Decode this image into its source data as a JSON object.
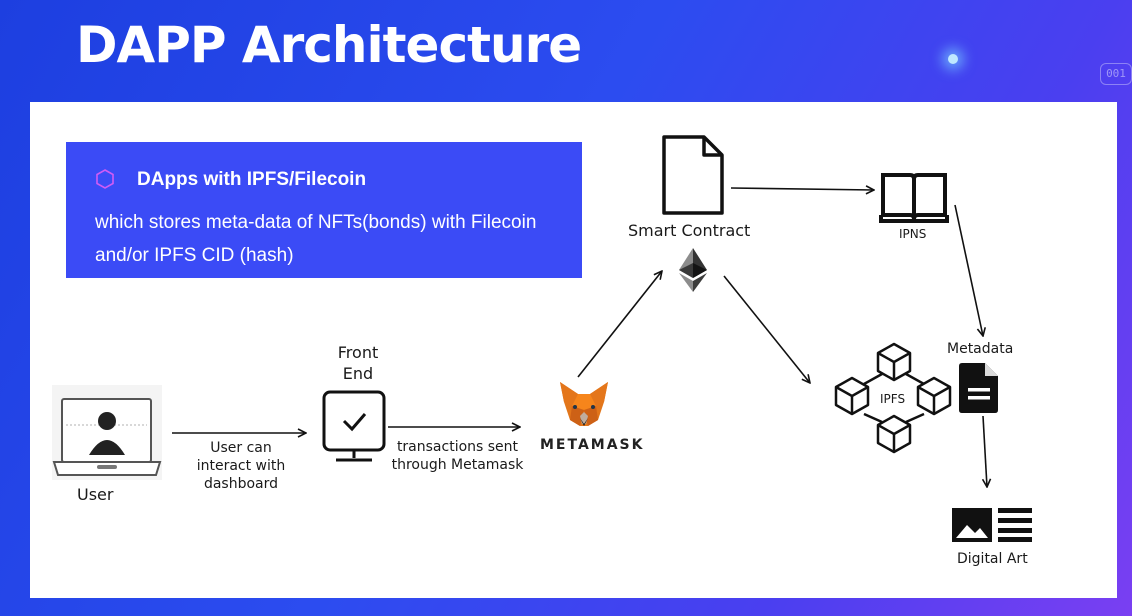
{
  "slide": {
    "title": "DAPP Architecture",
    "badge": "001"
  },
  "info": {
    "heading": "DApps with IPFS/Filecoin",
    "body": "which stores meta-data of NFTs(bonds) with Filecoin and/or IPFS CID (hash)",
    "icon": "hexagon-icon"
  },
  "nodes": {
    "user": "User",
    "front_end_line1": "Front",
    "front_end_line2": "End",
    "metamask": "METAMASK",
    "smart_contract": "Smart Contract",
    "ipns": "IPNS",
    "ipfs": "IPFS",
    "metadata": "Metadata",
    "digital_art": "Digital Art"
  },
  "edges": {
    "user_to_frontend": [
      "User can",
      "interact with",
      "dashboard"
    ],
    "frontend_to_metamask": [
      "transactions sent",
      "through Metamask"
    ]
  },
  "colors": {
    "background": "#2c4cf0",
    "info_box": "#3b4bf6",
    "metamask_orange": "#e2761b"
  }
}
